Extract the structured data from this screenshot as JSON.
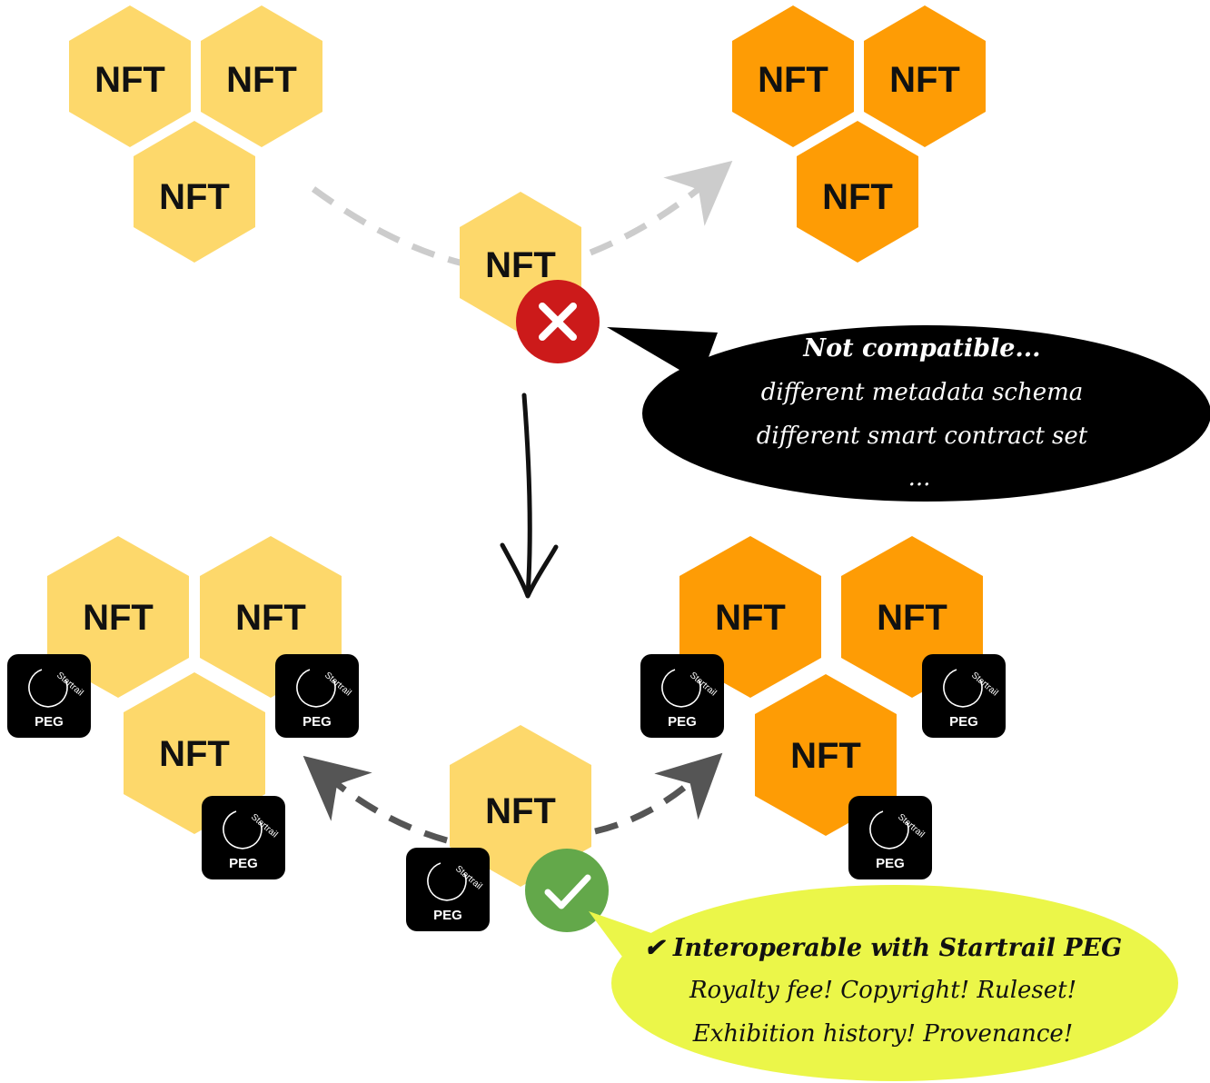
{
  "nft_label": "NFT",
  "peg_badge": {
    "label": "PEG",
    "arc_text": "Startrail"
  },
  "colors": {
    "yellow_hex": "#fdd86b",
    "orange_hex": "#fe9c05",
    "x_badge": "#cc1a1a",
    "check_badge": "#63a84a",
    "dark_bubble": "#000000",
    "green_bubble": "#ebf649",
    "dashed_top": "#cccccc",
    "dashed_bottom": "#555555"
  },
  "icons": {
    "incompatible": "x-mark-icon",
    "compatible": "check-mark-icon",
    "badge": "startrail-peg-icon"
  },
  "incompatible_bubble": {
    "title": "Not compatible...",
    "lines": [
      "different metadata schema",
      "different smart contract set",
      "..."
    ]
  },
  "compatible_bubble": {
    "title": "✔ Interoperable with Startrail PEG",
    "lines": [
      "Royalty fee! Copyright! Ruleset!",
      "Exhibition history! Provenance!"
    ]
  }
}
